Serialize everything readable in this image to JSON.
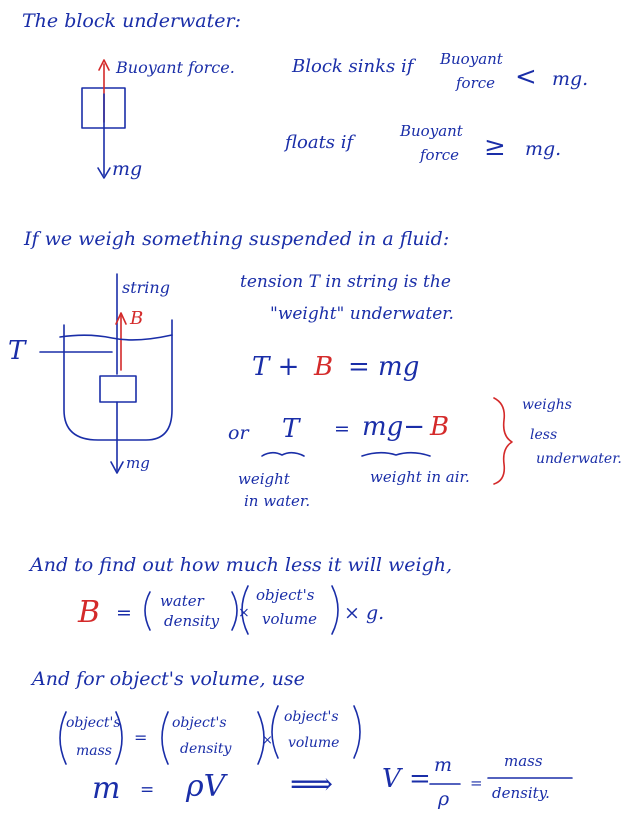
{
  "section1": {
    "heading": "The block underwater:",
    "buoyant_label": "Buoyant force.",
    "mg_label": "mg",
    "sinks_prefix": "Block sinks if",
    "sinks_term_top": "Buoyant",
    "sinks_term_bottom": "force",
    "sinks_operator": "<",
    "sinks_rhs": "mg.",
    "floats_prefix": "floats if",
    "floats_term_top": "Buoyant",
    "floats_term_bottom": "force",
    "floats_operator": "≥",
    "floats_rhs": "mg."
  },
  "section2": {
    "heading": "If we weigh something suspended in a fluid:",
    "string_label": "string",
    "b_label": "B",
    "t_label": "T",
    "mg_label": "mg",
    "tension_line1": "tension T in string is the",
    "tension_line2": "\"weight\" underwater.",
    "eq1_t": "T +",
    "eq1_b": "B",
    "eq1_rest": "= mg",
    "eq2_or": "or",
    "eq2_t": "T",
    "eq2_eq": "=",
    "eq2_mg": "mg−",
    "eq2_b": "B",
    "weight_water_1": "weight",
    "weight_water_2": "in water.",
    "weight_air": "weight in air.",
    "weighs_1": "weighs",
    "weighs_2": "less",
    "weighs_3": "underwater."
  },
  "section3": {
    "heading": "And to find out how much less it will weigh,",
    "eq_b": "B",
    "eq_eq": "=",
    "water_top": "water",
    "water_bottom": "density",
    "times1": "×",
    "objects_top": "object's",
    "objects_bottom": "volume",
    "times_g": "× g."
  },
  "section4": {
    "heading": "And for object's volume, use",
    "mass_top": "object's",
    "mass_bottom": "mass",
    "eq": "=",
    "density_top": "object's",
    "density_bottom": "density",
    "times": "×",
    "volume_top": "object's",
    "volume_bottom": "volume",
    "m": "m",
    "m_eq": "=",
    "rho_v": "ρV",
    "arrow": "⟹",
    "v_eq": "V =",
    "frac_num": "m",
    "frac_den": "ρ",
    "eq2": "=",
    "mass_word": "mass",
    "density_word": "density."
  }
}
